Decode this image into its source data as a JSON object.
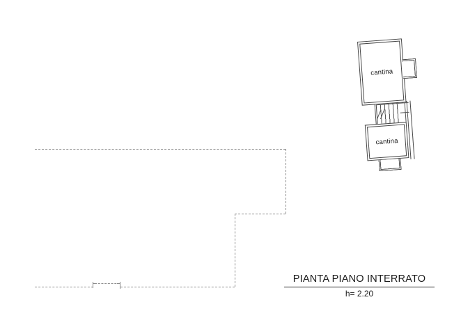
{
  "plan": {
    "rooms": [
      {
        "label": "cantina"
      },
      {
        "label": "cantina"
      }
    ],
    "caption": {
      "title": "PIANTA PIANO INTERRATO",
      "height_note": "h= 2.20"
    },
    "colors": {
      "wall": "#474747",
      "dashed_outline": "#8f8f8f",
      "text": "#1a1a1a"
    }
  }
}
